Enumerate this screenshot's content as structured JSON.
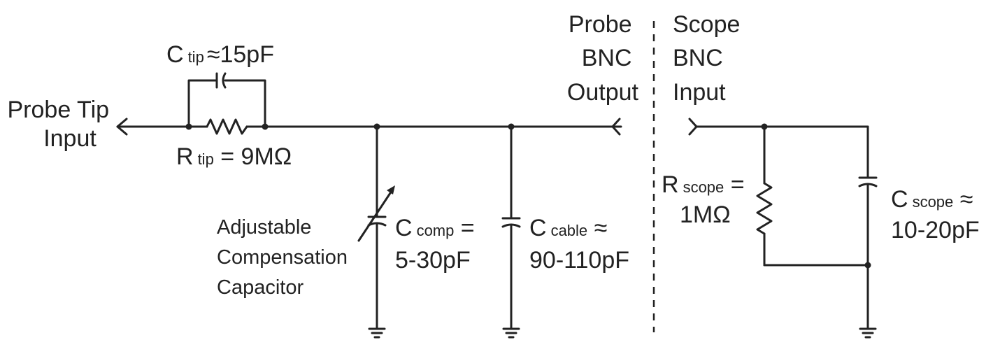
{
  "colors": {
    "ink": "#222222",
    "background": "#ffffff"
  },
  "labels": {
    "probe_tip_input": [
      "Probe Tip",
      "Input"
    ],
    "c_tip": {
      "main": "C",
      "sub": "tip",
      "value": "≈15pF"
    },
    "r_tip": {
      "main": "R",
      "sub": "tip",
      "value": " = 9MΩ"
    },
    "adjustable_comp": [
      "Adjustable",
      "Compensation",
      "Capacitor"
    ],
    "c_comp": {
      "main": "C",
      "sub": "comp",
      "value": " =",
      "line2": "5-30pF"
    },
    "c_cable": {
      "main": "C",
      "sub": "cable",
      "value": " ≈",
      "line2": "90-110pF"
    },
    "probe_bnc_output": [
      "Probe",
      "BNC",
      "Output"
    ],
    "scope_bnc_input": [
      "Scope",
      "BNC",
      "Input"
    ],
    "r_scope": {
      "main": "R",
      "sub": "scope",
      "value": " =",
      "line2": "1MΩ"
    },
    "c_scope": {
      "main": "C",
      "sub": "scope",
      "value": " ≈",
      "line2": "10-20pF"
    }
  }
}
